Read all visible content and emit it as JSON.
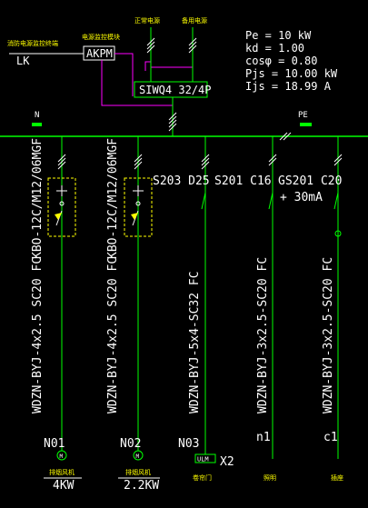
{
  "left_source": {
    "label_top": "消防电源监控终端",
    "label_code": "LK"
  },
  "monitor_device": {
    "label_top": "电源监控模块",
    "label_box": "AKPM"
  },
  "power_sources": {
    "normal": "正常电源",
    "backup": "备用电源"
  },
  "ats": {
    "label": "SIWQ4  32/4P"
  },
  "params": [
    "Pe = 10 kW",
    "kd = 1.00",
    "cosφ = 0.80",
    "Pjs = 10.00 kW",
    "Ijs = 18.99  A"
  ],
  "busbar": {
    "n_label": "N",
    "pe_label": "PE"
  },
  "breakers": {
    "s203": "S203  D25",
    "s201": "S201  C16",
    "gs201": "GS201  C20",
    "rcd": "+ 30mA"
  },
  "circuits": [
    {
      "device": "KBO-12C/M12/06MGF",
      "cable": "WDZN-BYJ-4x2.5  SC20  FC",
      "code": "N01",
      "load_name": "排烟风机",
      "power": "4KW"
    },
    {
      "device": "KBO-12C/M12/06MGF",
      "cable": "WDZN-BYJ-4x2.5  SC20  FC",
      "code": "N02",
      "load_name": "排烟风机",
      "power": "2.2KW"
    },
    {
      "cable": "WDZN-BYJ-5x4-SC32  FC",
      "code": "N03",
      "load_name": "卷帘门",
      "box": "ULM",
      "box_code": "X2"
    },
    {
      "cable": "WDZN-BYJ-3x2.5-SC20  FC",
      "code": "n1",
      "load_name": "照明"
    },
    {
      "cable": "WDZN-BYJ-3x2.5-SC20  FC",
      "code": "c1",
      "load_name": "插座"
    }
  ],
  "colors": {
    "green": "#00ff00",
    "magenta": "#ff00ff",
    "yellow": "#ffff00",
    "white": "#ffffff",
    "background": "#000000"
  }
}
